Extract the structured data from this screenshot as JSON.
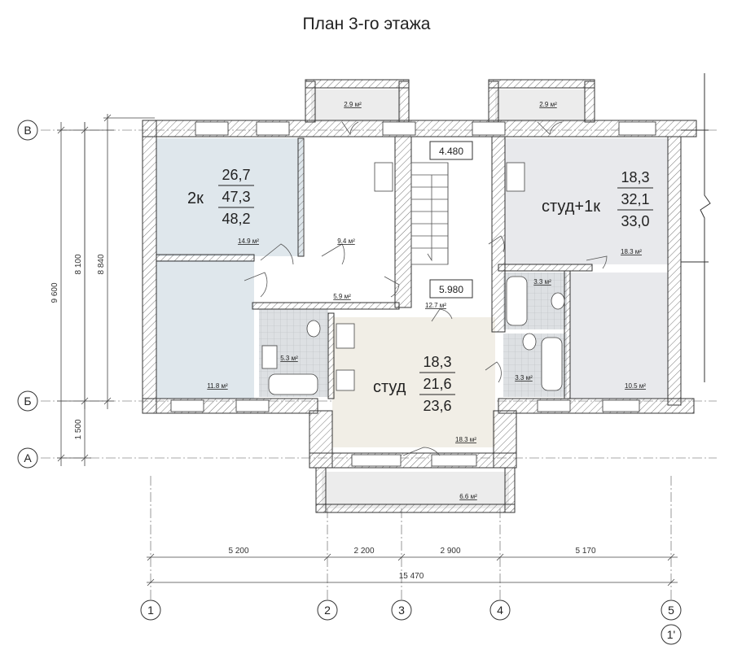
{
  "title": "План 3-го этажа",
  "axes_letters": [
    "В",
    "Б",
    "А"
  ],
  "axes_numbers": [
    "1",
    "2",
    "3",
    "4",
    "5",
    "1'"
  ],
  "dims_vertical": {
    "total_outer": "9 600",
    "mid": "8 100",
    "inner": "8 840",
    "bottom": "1 500"
  },
  "dims_horizontal": {
    "d1": "5 200",
    "d2": "2 200",
    "d3": "2 900",
    "d4": "5 170",
    "total": "15 470"
  },
  "marks": {
    "upper": "4.480",
    "lower": "5.980"
  },
  "apt_2k": {
    "name": "2к",
    "a1": "26,7",
    "a2": "47,3",
    "a3": "48,2"
  },
  "apt_stud1k": {
    "name": "студ+1к",
    "a1": "18,3",
    "a2": "32,1",
    "a3": "33,0"
  },
  "apt_stud": {
    "name": "студ",
    "a1": "18,3",
    "a2": "21,6",
    "a3": "23,6"
  },
  "rooms": {
    "balcony_left": "2.9 м²",
    "balcony_right": "2.9 м²",
    "r_149": "14.9 м²",
    "r_94": "9.4 м²",
    "r_59": "5.9 м²",
    "r_53": "5.3 м²",
    "r_118": "11.8 м²",
    "r_127": "12.7 м²",
    "r_183a": "18.3 м²",
    "r_33a": "3.3 м²",
    "r_33b": "3.3 м²",
    "r_105": "10.5 м²",
    "r_183b": "18.3 м²",
    "r_66": "6.6 м²"
  }
}
